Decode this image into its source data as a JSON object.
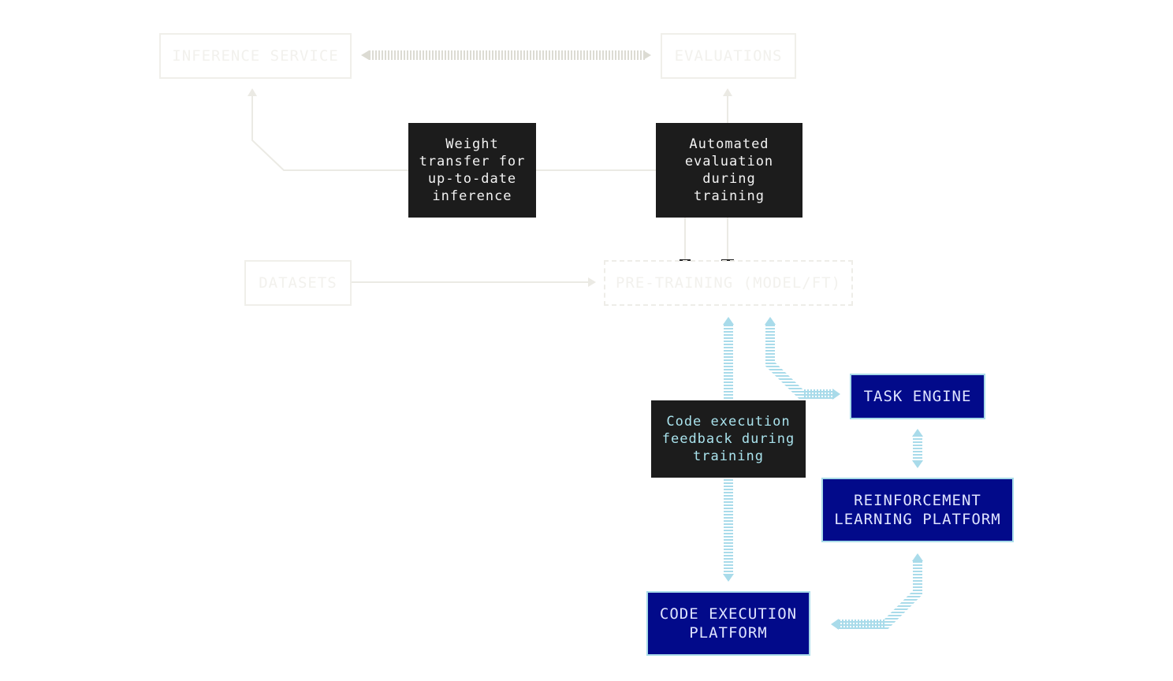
{
  "nodes": {
    "inference_service": "INFERENCE SERVICE",
    "evaluations": "EVALUATIONS",
    "datasets": "DATASETS",
    "pre_training": "PRE-TRAINING (MODEL/FT)",
    "task_engine": "TASK ENGINE",
    "rl_platform": "REINFORCEMENT\nLEARNING PLATFORM",
    "code_execution_platform": "CODE EXECUTION\nPLATFORM"
  },
  "labels": {
    "weight_transfer": "Weight\ntransfer for\nup-to-date\ninference",
    "automated_evaluation": "Automated\nevaluation\nduring\ntraining",
    "code_execution_feedback": "Code execution\nfeedback during\ntraining"
  },
  "colors": {
    "platform_fill": "#020a8a",
    "platform_border": "#a8dbe8",
    "label_fill": "#1c1c1c",
    "ghost_line": "#ecebe5",
    "feedback_arrow": "#a9dbea"
  }
}
